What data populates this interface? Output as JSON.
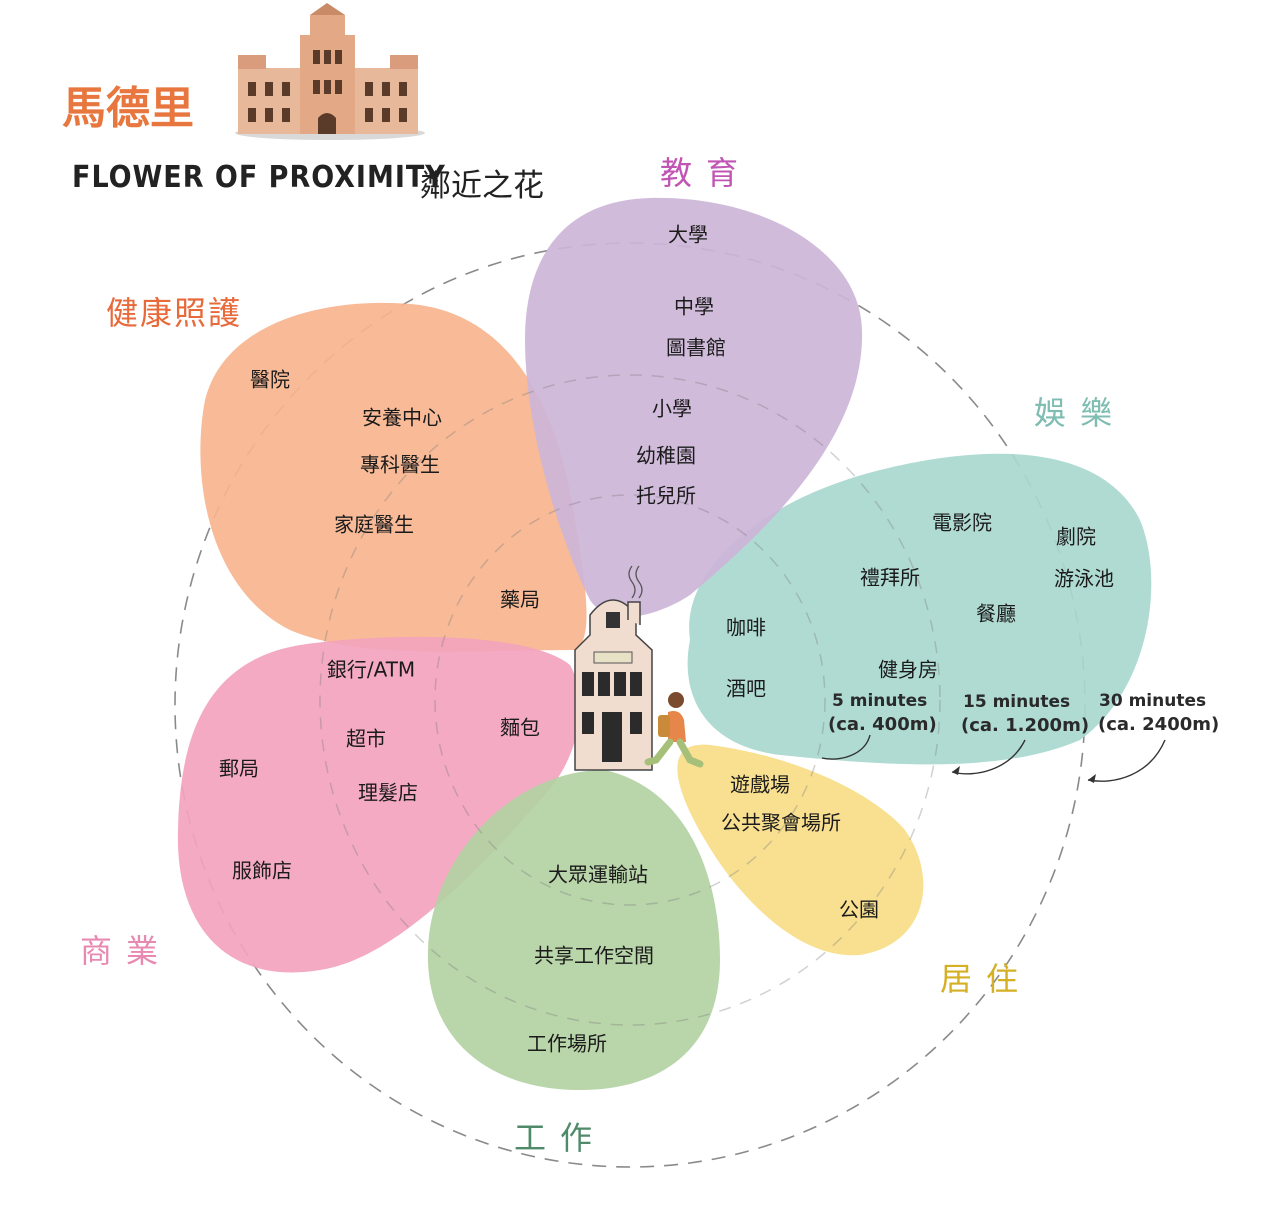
{
  "title": {
    "city": "馬德里",
    "headline": "FLOWER OF PROXIMITY",
    "headline_zh": "鄰近之花"
  },
  "colors": {
    "education": "#cdb5d8",
    "health": "#f7b48e",
    "entertainment": "#a9d8cf",
    "commerce": "#f2a3bd",
    "work": "#b3d1a3",
    "living": "#f7dd87",
    "education_label": "#c155b4",
    "health_label": "#e86a3a",
    "entertainment_label": "#7fbdb3",
    "commerce_label": "#e889b1",
    "work_label": "#4f8a6a",
    "living_label": "#d5b024",
    "city_label": "#e8773f"
  },
  "categories": {
    "education": {
      "label": "教育",
      "items": [
        "大學",
        "中學",
        "圖書館",
        "小學",
        "幼稚園",
        "托兒所"
      ]
    },
    "health": {
      "label": "健康照護",
      "items": [
        "醫院",
        "安養中心",
        "專科醫生",
        "家庭醫生",
        "藥局"
      ]
    },
    "entertainment": {
      "label": "娛樂",
      "items": [
        "電影院",
        "劇院",
        "禮拜所",
        "游泳池",
        "餐廳",
        "咖啡",
        "健身房",
        "酒吧"
      ]
    },
    "commerce": {
      "label": "商業",
      "items": [
        "銀行/ATM",
        "麵包",
        "超市",
        "郵局",
        "理髮店",
        "服飾店"
      ]
    },
    "work": {
      "label": "工作",
      "items": [
        "大眾運輸站",
        "共享工作空間",
        "工作場所"
      ]
    },
    "living": {
      "label": "居住",
      "items": [
        "遊戲場",
        "公共聚會場所",
        "公園"
      ]
    }
  },
  "legend": [
    {
      "title": "5 minutes",
      "sub": "(ca. 400m)"
    },
    {
      "title": "15 minutes",
      "sub": "(ca. 1.200m)"
    },
    {
      "title": "30 minutes",
      "sub": "(ca. 2400m)"
    }
  ],
  "icons": {
    "palace": "palace-illustration",
    "house": "house-illustration",
    "walker": "walking-person-illustration"
  }
}
